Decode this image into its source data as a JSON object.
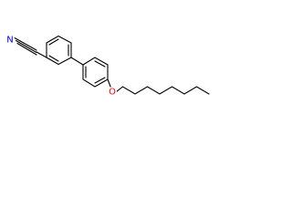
{
  "molecule": {
    "atoms": [
      {
        "id": "N1",
        "label": "N",
        "color": "#0000ff"
      },
      {
        "id": "O1",
        "label": "O",
        "color": "#ff0000"
      }
    ],
    "bond_color": "#000000"
  }
}
